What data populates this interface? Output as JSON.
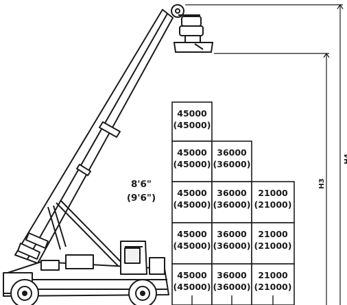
{
  "diagram": {
    "dimension_labels": {
      "h3": "H3",
      "h4": "H4"
    },
    "container_height": {
      "standard": "8'6\"",
      "high_cube": "(9'6\")"
    },
    "rows": [
      {
        "cells": [
          {
            "capacity": "45000",
            "capacity_alt": "(45000)"
          }
        ]
      },
      {
        "cells": [
          {
            "capacity": "45000",
            "capacity_alt": "(45000)"
          },
          {
            "capacity": "36000",
            "capacity_alt": "(36000)"
          }
        ]
      },
      {
        "cells": [
          {
            "capacity": "45000",
            "capacity_alt": "(45000)"
          },
          {
            "capacity": "36000",
            "capacity_alt": "(36000)"
          },
          {
            "capacity": "21000",
            "capacity_alt": "(21000)"
          }
        ]
      },
      {
        "cells": [
          {
            "capacity": "45000",
            "capacity_alt": "(45000)"
          },
          {
            "capacity": "36000",
            "capacity_alt": "(36000)"
          },
          {
            "capacity": "21000",
            "capacity_alt": "(21000)"
          }
        ]
      },
      {
        "cells": [
          {
            "capacity": "45000",
            "capacity_alt": "(45000)"
          },
          {
            "capacity": "36000",
            "capacity_alt": "(36000)"
          },
          {
            "capacity": "21000",
            "capacity_alt": "(21000)"
          }
        ]
      }
    ],
    "colors": {
      "ink": "#1a1a1a",
      "background": "#ffffff",
      "fill_light": "#f2f2f2"
    }
  }
}
